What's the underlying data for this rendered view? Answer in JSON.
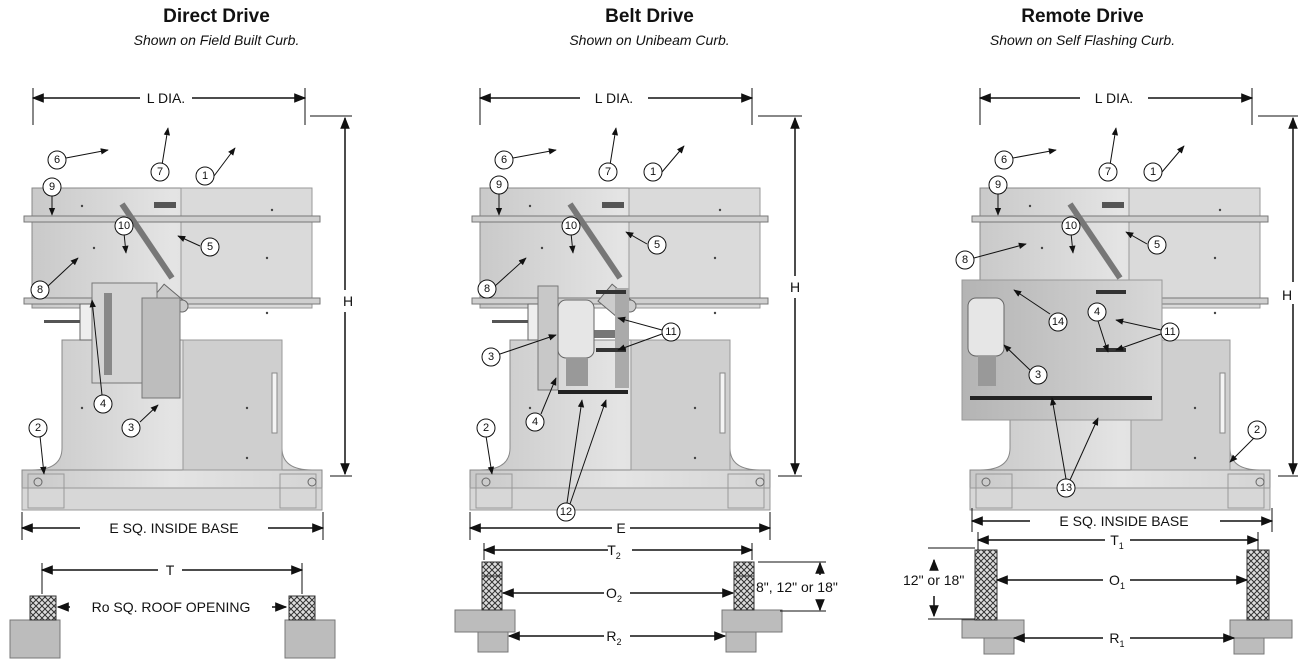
{
  "panels": [
    {
      "title": "Direct Drive",
      "subtitle": "Shown on Field Built Curb."
    },
    {
      "title": "Belt Drive",
      "subtitle": "Shown on Unibeam Curb."
    },
    {
      "title": "Remote Drive",
      "subtitle": "Shown on Self Flashing Curb."
    }
  ],
  "labels": {
    "l_dia": "L DIA.",
    "h": "H",
    "e_sq": "E SQ. INSIDE BASE",
    "e": "E",
    "t": "T",
    "ro": "Ro SQ. ROOF OPENING",
    "t2": "T",
    "t2_sub": "2",
    "o2": "O",
    "o2_sub": "2",
    "r2": "R",
    "r2_sub": "2",
    "curb_heights_b": "8\", 12\" or 18\"",
    "t1": "T",
    "t1_sub": "1",
    "o1": "O",
    "o1_sub": "1",
    "r1": "R",
    "r1_sub": "1",
    "curb_heights_c": "12\" or 18\""
  },
  "callouts": {
    "n1": "1",
    "n2": "2",
    "n3": "3",
    "n4": "4",
    "n5": "5",
    "n6": "6",
    "n7": "7",
    "n8": "8",
    "n9": "9",
    "n10": "10",
    "n11": "11",
    "n12": "12",
    "n13": "13",
    "n14": "14"
  }
}
